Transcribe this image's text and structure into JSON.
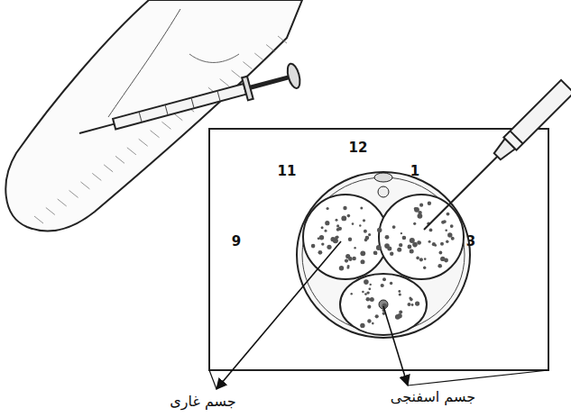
{
  "diagram": {
    "labels": [
      "12",
      "11",
      "1",
      "9",
      "3",
      "جسم غاری",
      "جسم اسفنجی"
    ]
  }
}
